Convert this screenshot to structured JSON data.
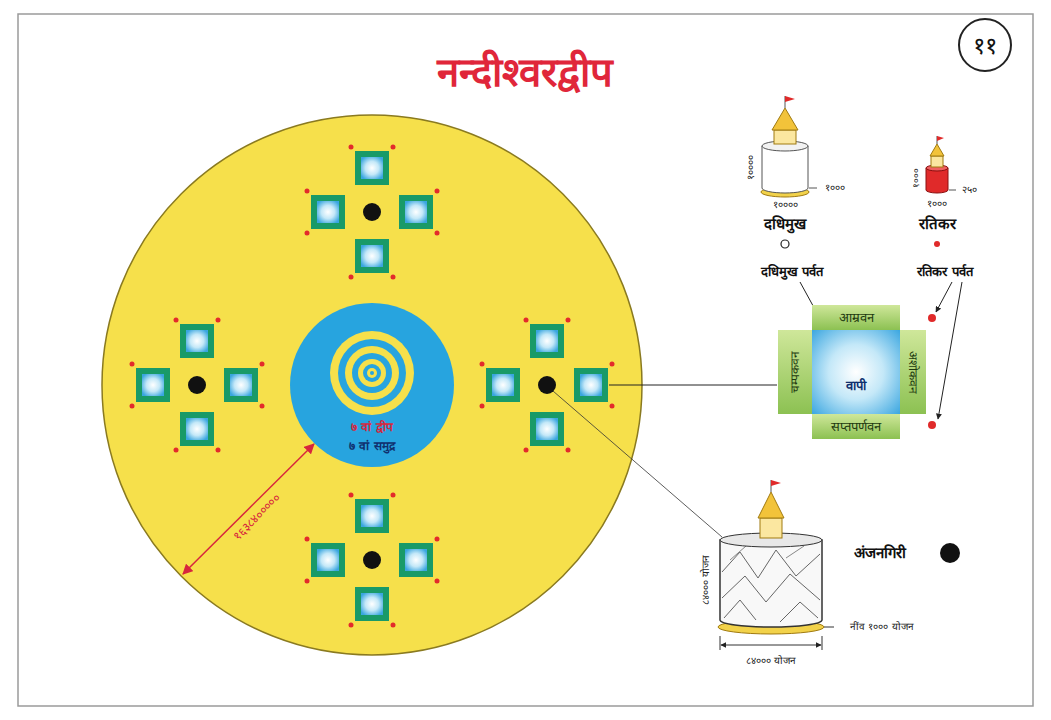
{
  "diagram": {
    "title": "नन्दीश्वरद्वीप",
    "nodes": [
      {
        "text": [
          "७ वां द्वीप",
          "७ वां समुद्र"
        ]
      },
      {
        "text": [
          "वापी"
        ]
      },
      {
        "text": [
          "आम्रवन"
        ]
      },
      {
        "text": [
          "चम्पकवन"
        ]
      },
      {
        "text": [
          "अशोकवन"
        ]
      },
      {
        "text": [
          "सप्तपर्णवन"
        ]
      }
    ],
    "labels": [
      "११",
      "१६३८४०००००",
      "१००००",
      "१०००",
      "१००००",
      "दधिमुख",
      "१०००",
      "२५०",
      "१०००",
      "रतिकर",
      "दधिमुख पर्वत",
      "रतिकर पर्वत",
      "अंजनगिरी",
      "८४००० योजन",
      "नींव १००० योजन",
      "८४००० योजन"
    ]
  }
}
